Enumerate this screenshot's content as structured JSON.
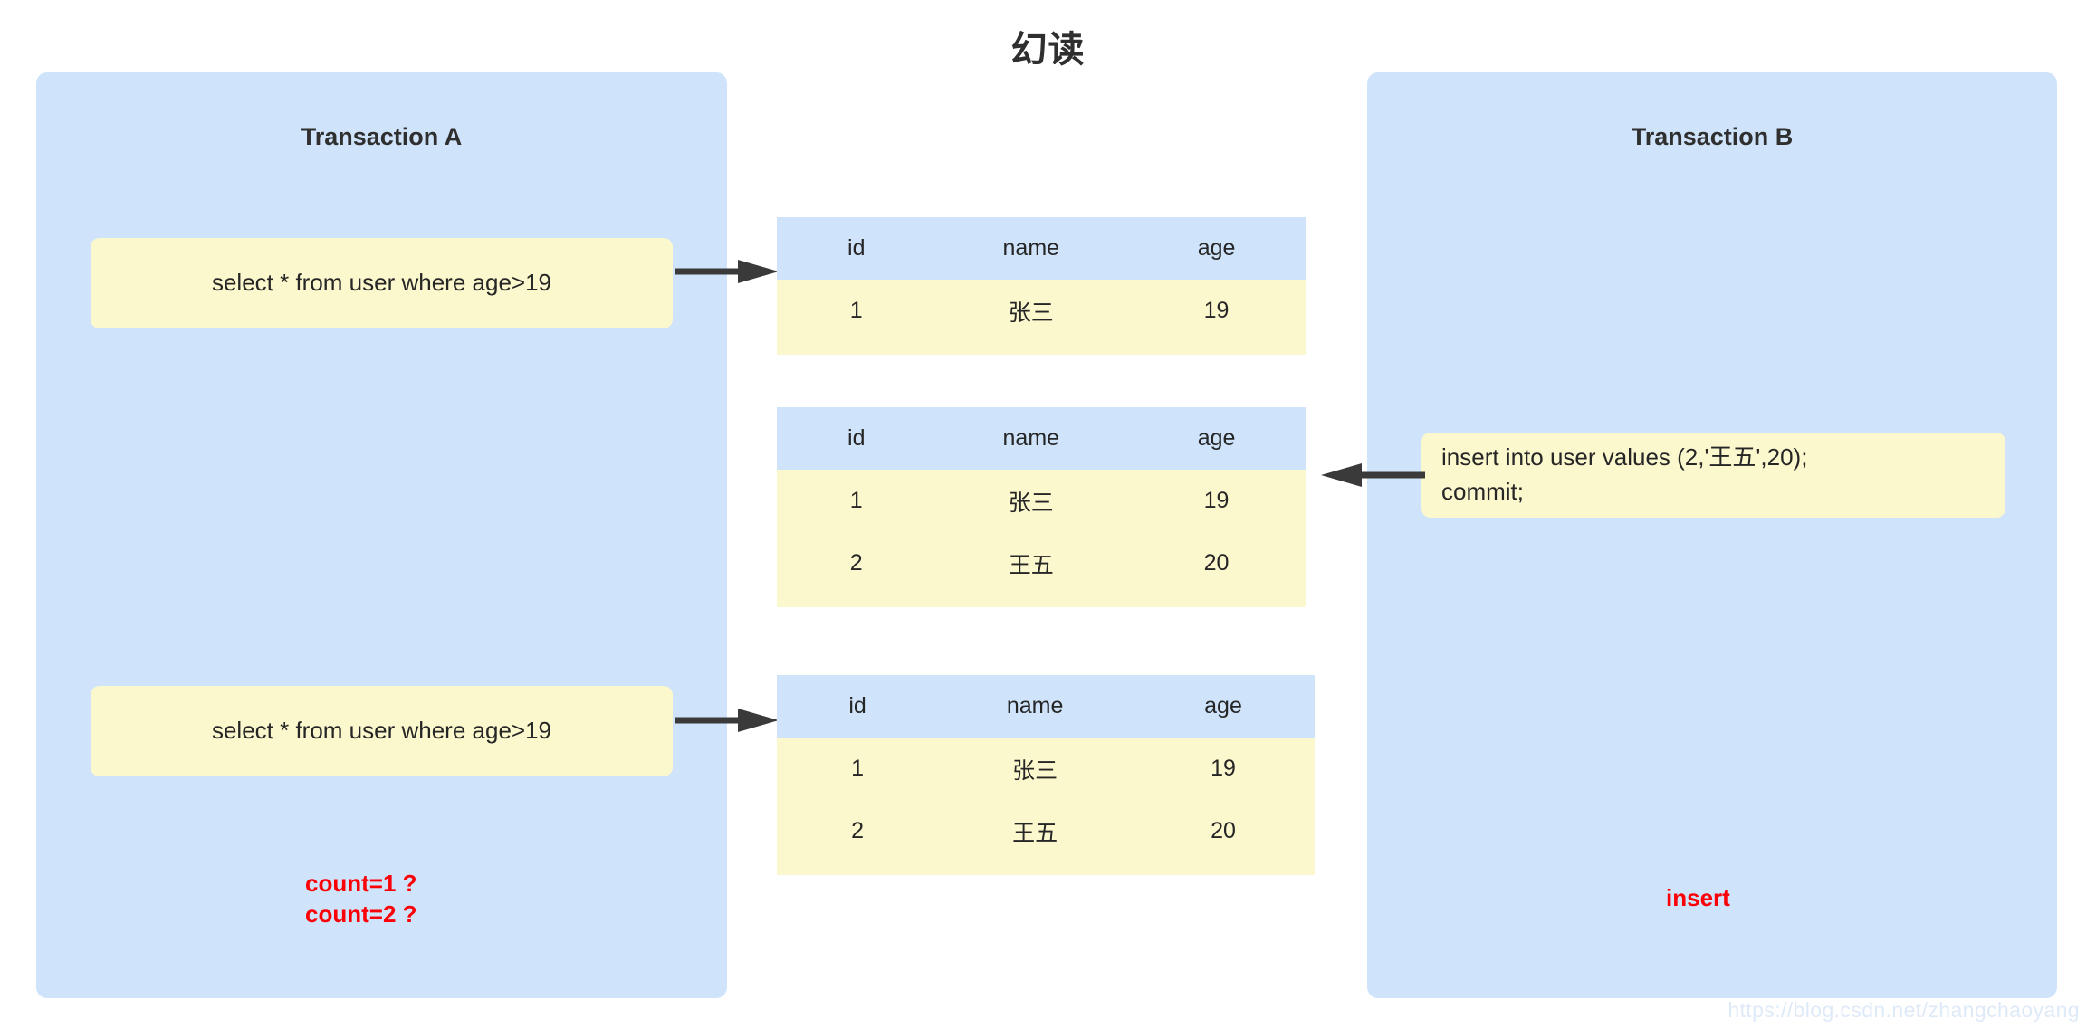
{
  "title": "幻读",
  "panels": {
    "a": {
      "title": "Transaction A"
    },
    "b": {
      "title": "Transaction B"
    }
  },
  "statements": {
    "a_select_1": "select * from user where age>19",
    "a_select_2": "select * from user where age>19",
    "b_insert_line1": "insert into user values (2,'王五',20);",
    "b_insert_line2": "commit;"
  },
  "tables": [
    {
      "id": "table-1",
      "columns": [
        "id",
        "name",
        "age"
      ],
      "rows": [
        [
          "1",
          "张三",
          "19"
        ]
      ]
    },
    {
      "id": "table-2",
      "columns": [
        "id",
        "name",
        "age"
      ],
      "rows": [
        [
          "1",
          "张三",
          "19"
        ],
        [
          "2",
          "王五",
          "20"
        ]
      ]
    },
    {
      "id": "table-3",
      "columns": [
        "id",
        "name",
        "age"
      ],
      "rows": [
        [
          "1",
          "张三",
          "19"
        ],
        [
          "2",
          "王五",
          "20"
        ]
      ]
    }
  ],
  "notes": {
    "count_line1": "count=1 ?",
    "count_line2": "count=2 ?",
    "insert": "insert"
  },
  "arrows": [
    {
      "name": "arrow-select-1-to-table-1",
      "direction": "right"
    },
    {
      "name": "arrow-select-2-to-table-3",
      "direction": "right"
    },
    {
      "name": "arrow-insert-to-table-2",
      "direction": "left"
    }
  ],
  "watermark": "https://blog.csdn.net/zhangchaoyang",
  "colors": {
    "panel_blue": "#cfe4fb",
    "sql_yellow": "#fcf8cd",
    "header_blue": "#cfe4fb",
    "row_yellow": "#fcf8cd",
    "accent_red": "#fb0006",
    "text_dark": "#2f2f2f",
    "arrow_dark": "#3a3a3a"
  }
}
